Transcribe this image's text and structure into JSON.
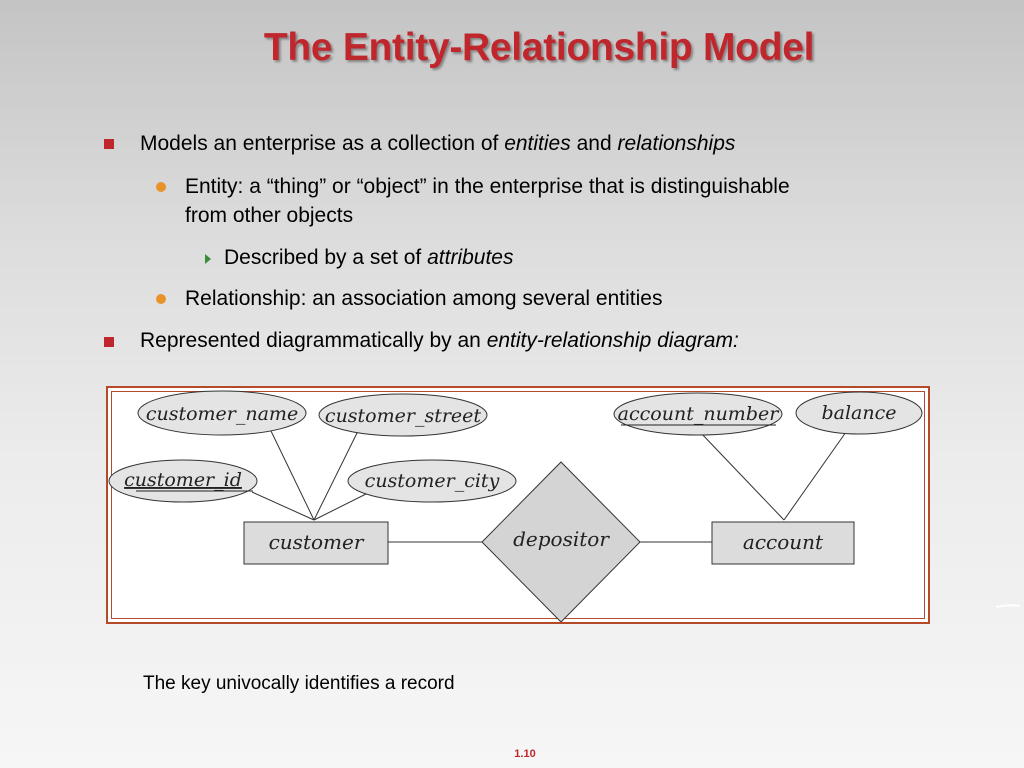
{
  "slide": {
    "title": "The Entity-Relationship Model",
    "bullets": [
      {
        "pre": "Models an enterprise as a collection of ",
        "em1": "entities",
        "mid": " and ",
        "em2": "relationships"
      },
      {
        "line1": "Entity: a “thing” or “object” in the enterprise that is distinguishable",
        "line2": "from other objects"
      },
      {
        "pre": "Described by a set of ",
        "em": "attributes"
      },
      {
        "text": "Relationship: an association among several entities"
      },
      {
        "pre": "Represented diagrammatically by an ",
        "em": "entity-relationship diagram:"
      }
    ],
    "note": "The key univocally identifies a record",
    "page_number": "1.10"
  },
  "diagram": {
    "attributes": {
      "customer_name": "customer_name",
      "customer_street": "customer_street",
      "customer_id": "customer_id",
      "customer_city": "customer_city",
      "account_number": "account_number",
      "balance": "balance"
    },
    "entities": {
      "customer": "customer",
      "account": "account"
    },
    "relationship": "depositor"
  },
  "colors": {
    "title": "#c0272d",
    "bullet_square": "#c0272d",
    "bullet_dot": "#e8932a",
    "bullet_arrow": "#3c8a3c",
    "frame": "#b54a2a"
  }
}
